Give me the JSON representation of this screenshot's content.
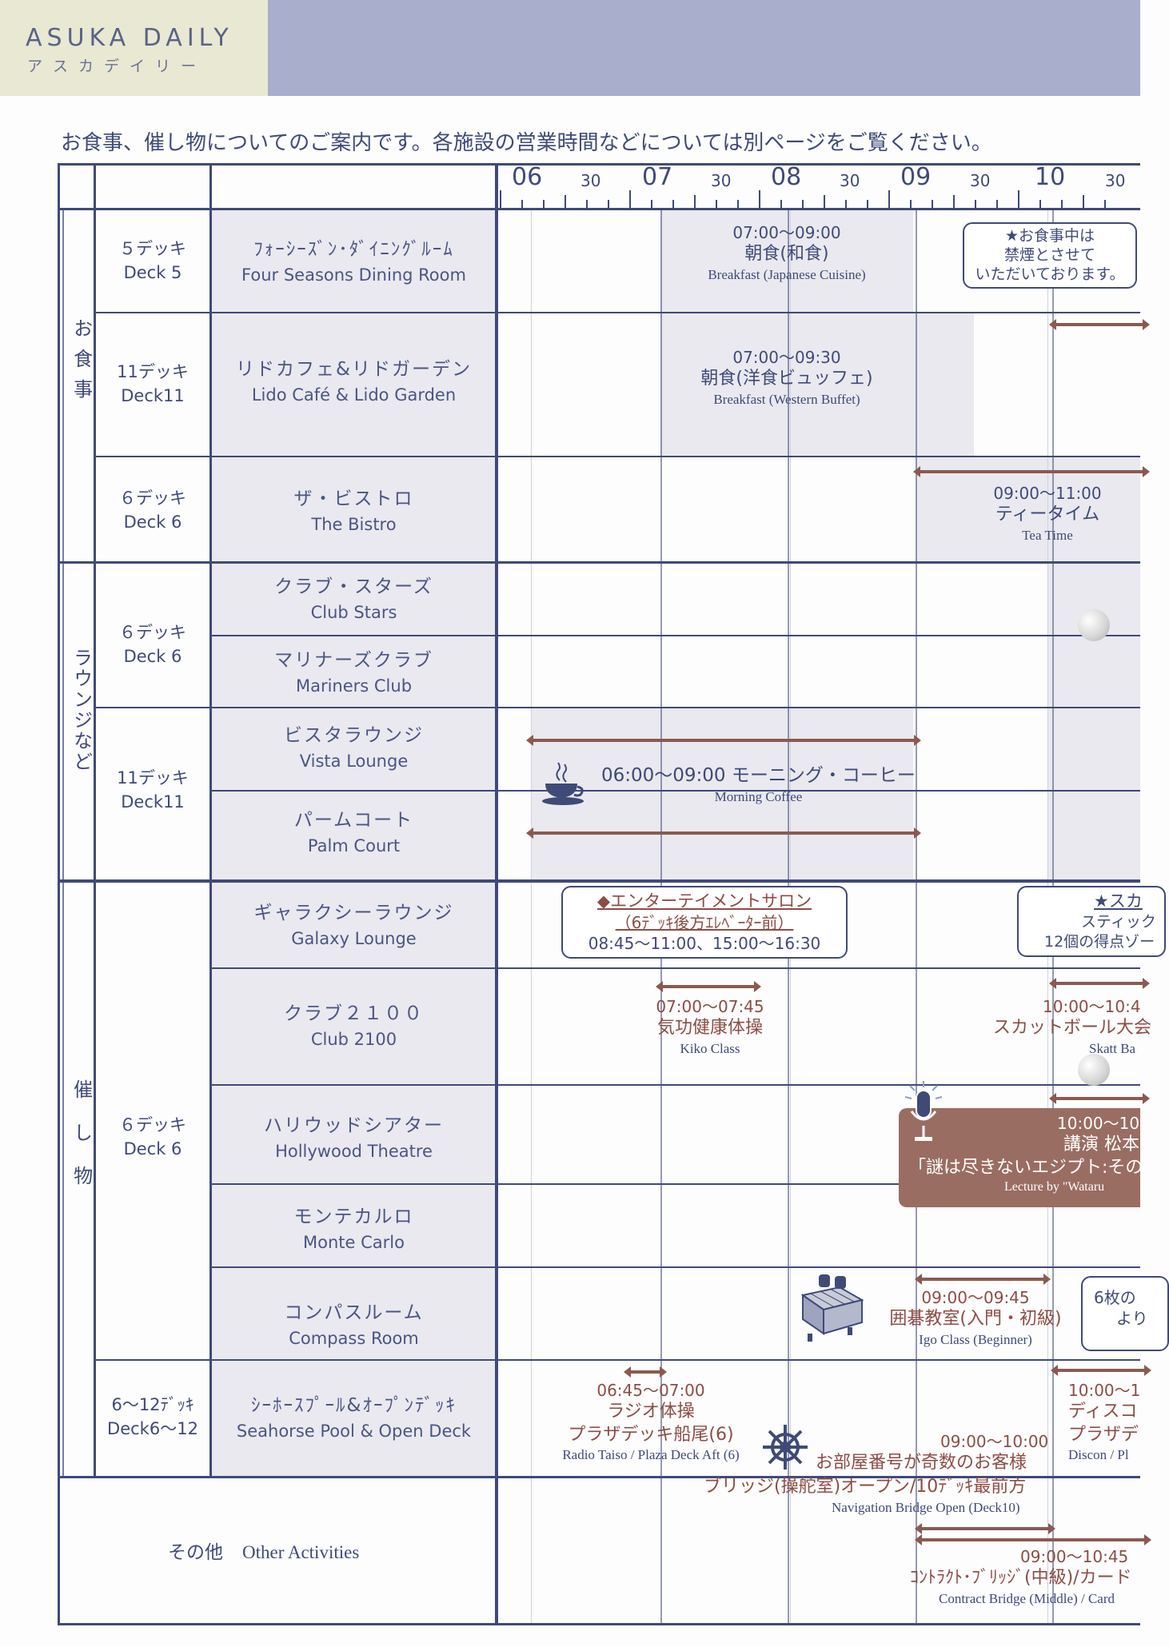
{
  "header": {
    "brand_en": "ASUKA DAILY",
    "brand_jp": "アスカデイリー",
    "intro": "お食事、催し物についてのご案内です。各施設の営業時間などについては別ページをご覧ください。"
  },
  "timeline": {
    "hours": [
      "06",
      "07",
      "08",
      "09",
      "10"
    ],
    "half": "30"
  },
  "categories": {
    "dining": "お食事",
    "lounges": "ラウンジなど",
    "events": "催し物",
    "other_jp": "その他",
    "other_en": "Other Activities"
  },
  "decks": {
    "deck5_jp": "５デッキ",
    "deck5_en": "Deck 5",
    "deck11a_jp": "11デッキ",
    "deck11a_en": "Deck11",
    "deck6a_jp": "６デッキ",
    "deck6a_en": "Deck 6",
    "deck6b_jp": "６デッキ",
    "deck6b_en": "Deck 6",
    "deck11b_jp": "11デッキ",
    "deck11b_en": "Deck11",
    "deck6c_jp": "６デッキ",
    "deck6c_en": "Deck 6",
    "deck612_jp": "6〜12ﾃﾞｯｷ",
    "deck612_en": "Deck6〜12"
  },
  "venues": {
    "four_seasons_jp": "ﾌｫｰｼｰｽﾞﾝ･ﾀﾞｲﾆﾝｸﾞﾙｰﾑ",
    "four_seasons_en": "Four Seasons Dining Room",
    "lido_jp": "リドカフェ&リドガーデン",
    "lido_en": "Lido Café & Lido Garden",
    "bistro_jp": "ザ・ビストロ",
    "bistro_en": "The Bistro",
    "club_stars_jp": "クラブ・スターズ",
    "club_stars_en": "Club Stars",
    "mariners_jp": "マリナーズクラブ",
    "mariners_en": "Mariners Club",
    "vista_jp": "ビスタラウンジ",
    "vista_en": "Vista Lounge",
    "palm_jp": "パームコート",
    "palm_en": "Palm Court",
    "galaxy_jp": "ギャラクシーラウンジ",
    "galaxy_en": "Galaxy Lounge",
    "club2100_jp": "クラブ２１００",
    "club2100_en": "Club 2100",
    "hollywood_jp": "ハリウッドシアター",
    "hollywood_en": "Hollywood Theatre",
    "monte_jp": "モンテカルロ",
    "monte_en": "Monte Carlo",
    "compass_jp": "コンパスルーム",
    "compass_en": "Compass Room",
    "seahorse_jp": "ｼｰﾎｰｽﾌﾟｰﾙ&ｵｰﾌﾟﾝﾃﾞｯｷ",
    "seahorse_en": "Seahorse Pool & Open Deck"
  },
  "events": {
    "bf_jp_time": "07:00〜09:00",
    "bf_jp_jp": "朝食(和食)",
    "bf_jp_en": "Breakfast (Japanese Cuisine)",
    "nosmoke_1": "★お食事中は",
    "nosmoke_2": "禁煙とさせて",
    "nosmoke_3": "いただいております。",
    "bf_w_time": "07:00〜09:30",
    "bf_w_jp": "朝食(洋食ビュッフェ)",
    "bf_w_en": "Breakfast (Western Buffet)",
    "tea_time": "09:00〜11:00",
    "tea_jp": "ティータイム",
    "tea_en": "Tea Time",
    "coffee_jp": "06:00〜09:00 モーニング・コーヒー",
    "coffee_en": "Morning  Coffee",
    "salon_1": "◆エンターテイメントサロン",
    "salon_2": "（6ﾃﾞｯｷ後方ｴﾚﾍﾞｰﾀｰ前）",
    "salon_3": "08:45〜11:00、15:00〜16:30",
    "skat_box_1": "★スカ",
    "skat_box_2": "スティック",
    "skat_box_3": "12個の得点ゾー",
    "kiko_time": "07:00〜07:45",
    "kiko_jp": "気功健康体操",
    "kiko_en": "Kiko Class",
    "skat_time": "10:00〜10:4",
    "skat_jp": "スカットボール大会",
    "skat_en": "Skatt Ba",
    "lecture_time": "10:00〜10",
    "lecture_jp": "講演 松本",
    "lecture_title": "「謎は尽きないエジプト:その",
    "lecture_en": "Lecture by \"Wataru",
    "igo_time": "09:00〜09:45",
    "igo_jp": "囲碁教室(入門・初級)",
    "igo_en": "Igo Class (Beginner)",
    "cards_1": "6枚の",
    "cards_2": "より",
    "radio_time": "06:45〜07:00",
    "radio_jp": "ラジオ体操",
    "radio_loc": "プラザデッキ船尾(6)",
    "radio_en": "Radio Taiso / Plaza Deck Aft (6)",
    "disco_time": "10:00〜1",
    "disco_jp": "ディスコ",
    "disco_loc": "プラザデ",
    "disco_en": "Discon / Pl",
    "bridge_time": "09:00〜10:00",
    "bridge_1": "お部屋番号が奇数のお客様",
    "bridge_2": "ブリッジ(操舵室)オープン/10ﾃﾞｯｷ最前方",
    "bridge_en": "Navigation Bridge Open (Deck10)",
    "contract_time": "09:00〜10:45",
    "contract_jp": "ｺﾝﾄﾗｸﾄ･ﾌﾞﾘｯｼﾞ(中級)/カード",
    "contract_en": "Contract Bridge (Middle) / Card"
  }
}
